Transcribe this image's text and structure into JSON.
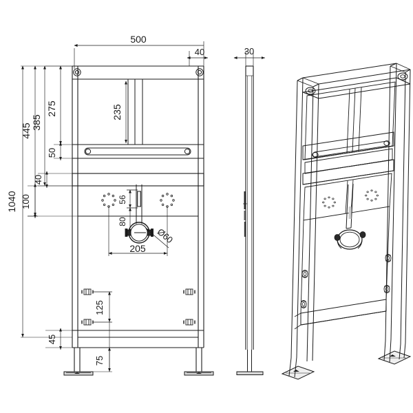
{
  "drawing": {
    "title": "Urinal mounting frame technical drawing",
    "type": "cad-engineering-drawing",
    "units": "mm",
    "line_color": "#1a1a1a",
    "background_color": "#ffffff",
    "views": [
      {
        "name": "front-elevation",
        "label": ""
      },
      {
        "name": "side-elevation",
        "label": ""
      },
      {
        "name": "isometric-view",
        "label": ""
      }
    ]
  },
  "dimensions": {
    "overall_width": "500",
    "top_offset_right": "40",
    "depth": "30",
    "overall_height": "1040",
    "height_445": "445",
    "height_385": "385",
    "height_275": "275",
    "height_235": "235",
    "height_50": "50",
    "height_40": "40",
    "height_100": "100",
    "detail_56": "56",
    "detail_80": "80",
    "detail_205": "205",
    "pipe_diameter": "Ø60",
    "bracket_spacing_125": "125",
    "foot_offset_45": "45",
    "foot_height_75": "75"
  },
  "labels": [
    {
      "id": "dim-500",
      "text": "500",
      "rotated": false
    },
    {
      "id": "dim-40",
      "text": "40",
      "rotated": false
    },
    {
      "id": "dim-30",
      "text": "30",
      "rotated": false
    },
    {
      "id": "dim-1040",
      "text": "1040",
      "rotated": true
    },
    {
      "id": "dim-445",
      "text": "445",
      "rotated": true
    },
    {
      "id": "dim-385",
      "text": "385",
      "rotated": true
    },
    {
      "id": "dim-275",
      "text": "275",
      "rotated": true
    },
    {
      "id": "dim-235",
      "text": "235",
      "rotated": true
    },
    {
      "id": "dim-50",
      "text": "50",
      "rotated": true
    },
    {
      "id": "dim-40b",
      "text": "40",
      "rotated": true
    },
    {
      "id": "dim-100",
      "text": "100",
      "rotated": true
    },
    {
      "id": "dim-56",
      "text": "56",
      "rotated": true
    },
    {
      "id": "dim-80",
      "text": "80",
      "rotated": true
    },
    {
      "id": "dim-205",
      "text": "205",
      "rotated": false
    },
    {
      "id": "dim-d60",
      "text": "Ø60",
      "rotated": true
    },
    {
      "id": "dim-125",
      "text": "125",
      "rotated": true
    },
    {
      "id": "dim-45",
      "text": "45",
      "rotated": true
    },
    {
      "id": "dim-75",
      "text": "75",
      "rotated": true
    }
  ]
}
